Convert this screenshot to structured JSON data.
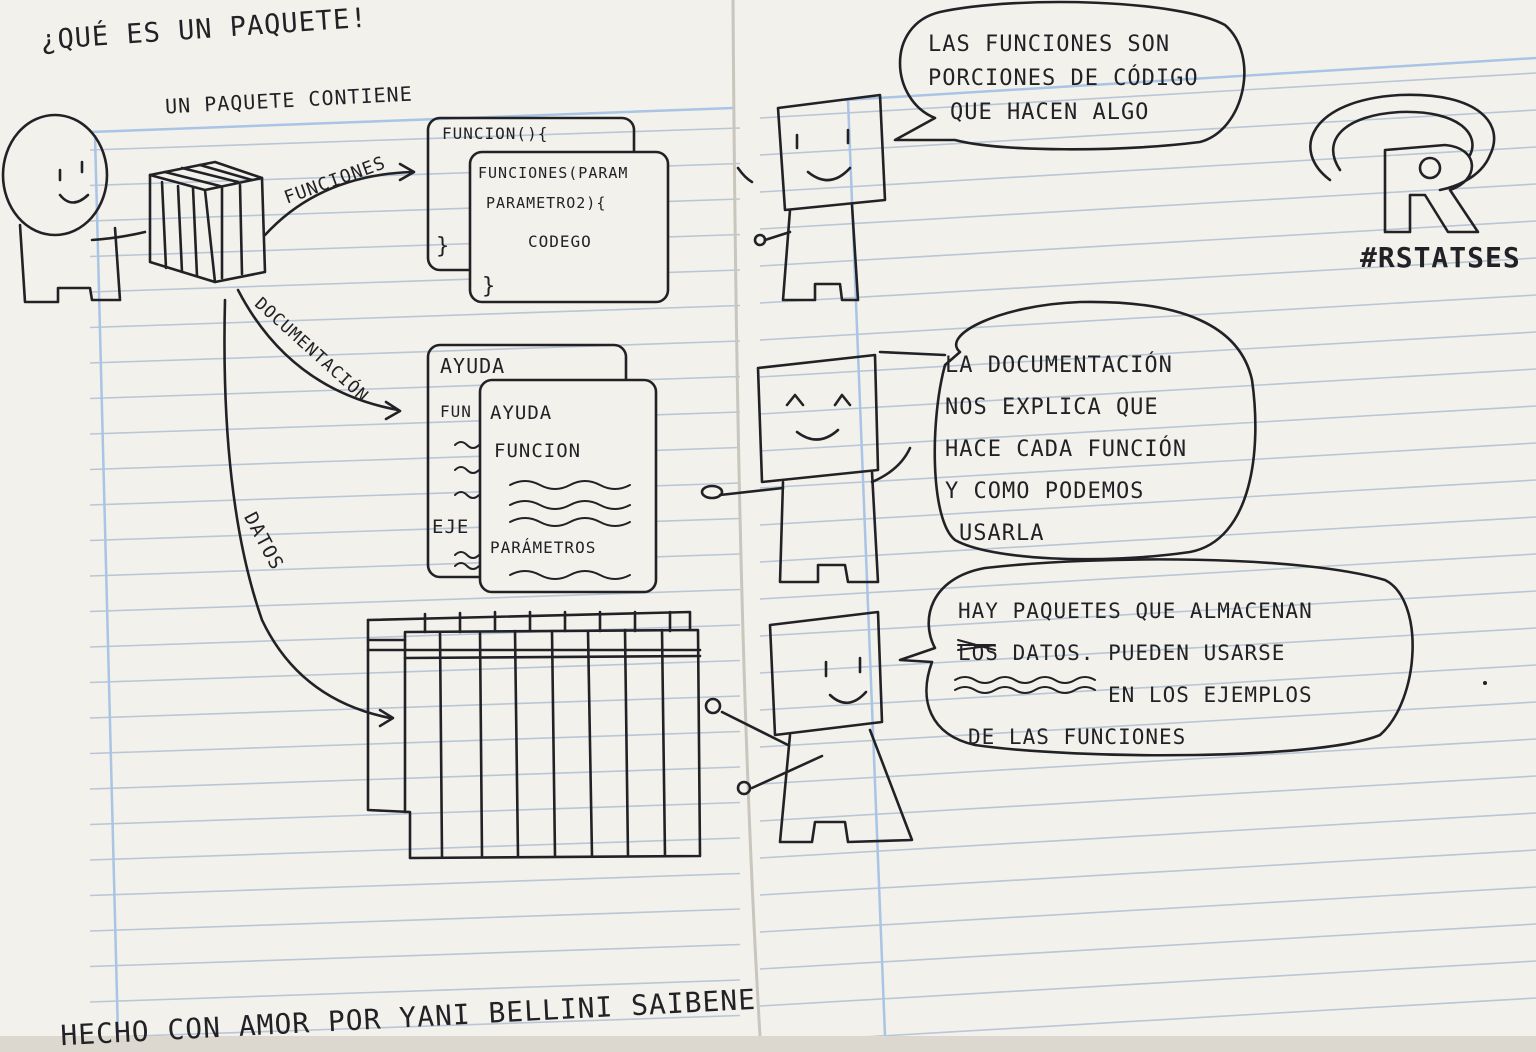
{
  "title": "¿Qué es un paquete!",
  "subtitle": "Un paquete contiene",
  "arrows": {
    "funciones": "Funciones",
    "documentacion": "Documentación",
    "datos": "Datos"
  },
  "code_card": {
    "outer_header": "Funcion(){",
    "inner_header_1": "Funciones(param",
    "inner_header_2": "parametro2){",
    "inner_body": "Codego",
    "inner_close": "}",
    "outer_close": "}"
  },
  "doc_card": {
    "outer_header": "Ayuda",
    "outer_fn": "Fun",
    "outer_ex": "Eje",
    "inner_header": "Ayuda",
    "inner_fn": "Funcion",
    "inner_params": "Parámetros"
  },
  "bubbles": {
    "functions": [
      "Las funciones son",
      "porciones de código",
      "que hacen algo"
    ],
    "documentation": [
      "La documentación",
      "nos explica que",
      "hace cada función",
      "y como podemos",
      "usarla"
    ],
    "data": [
      "Hay paquetes que almacenan",
      "los datos. Pueden usarse",
      "en los ejemplos",
      "de las funciones"
    ]
  },
  "hashtag": "#RStatsES",
  "footer": "Hecho con amor por Yani Bellini Saibene",
  "colors": {
    "paper": "#f3f1ec",
    "rule": "#b9c6d6",
    "margin": "#a9c4e4",
    "ink": "#222226"
  }
}
